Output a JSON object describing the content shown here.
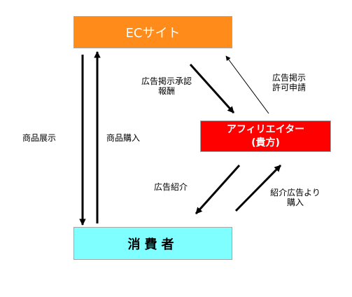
{
  "nodes": {
    "ec_site": "ECサイト",
    "affiliate_line1": "アフィリエイター",
    "affiliate_line2": "(貴方)",
    "consumer": "消費者"
  },
  "labels": {
    "product_display": "商品展示",
    "product_purchase": "商品購入",
    "ad_approval_line1": "広告掲示承認",
    "ad_approval_line2": "報酬",
    "ad_permission_line1": "広告掲示",
    "ad_permission_line2": "許可申請",
    "ad_introduction": "広告紹介",
    "purchase_via_ad_line1": "紹介広告より",
    "purchase_via_ad_line2": "購入"
  },
  "colors": {
    "ec_site_fill": "#ff8c1a",
    "affiliate_fill": "#ff0000",
    "consumer_fill": "#7fffff"
  }
}
